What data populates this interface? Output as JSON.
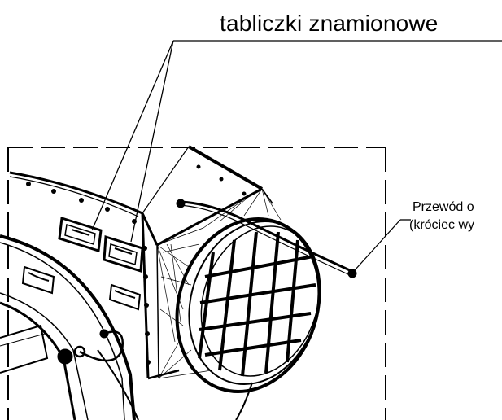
{
  "labels": {
    "nameplates": "tabliczki znamionowe",
    "cable_line1": "Przewód o",
    "cable_line2": "(króciec wy"
  },
  "colors": {
    "ink": "#000000",
    "background": "#ffffff"
  }
}
